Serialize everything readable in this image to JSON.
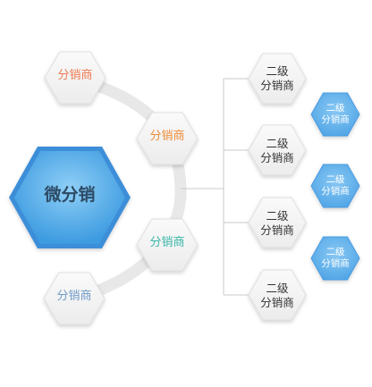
{
  "center": {
    "label": "微分销"
  },
  "distributors": [
    {
      "label": "分销商",
      "color": "#ee7b52"
    },
    {
      "label": "分销商",
      "color": "#ee8d3b"
    },
    {
      "label": "分销商",
      "color": "#3ab7a8"
    },
    {
      "label": "分销商",
      "color": "#6f9ac8"
    }
  ],
  "level2_gray": [
    {
      "label": "二级\n分销商"
    },
    {
      "label": "二级\n分销商"
    },
    {
      "label": "二级\n分销商"
    },
    {
      "label": "二级\n分销商"
    }
  ],
  "level2_blue": [
    {
      "label": "二级\n分销商"
    },
    {
      "label": "二级\n分销商"
    },
    {
      "label": "二级\n分销商"
    }
  ],
  "colors": {
    "center_fill": "#52aaea",
    "center_border": "#3d8fd6",
    "blue_fill": "#58adea",
    "gray_fill": "#f3f3f3",
    "gray_border": "#e2e2e2",
    "connector": "#c7c7c7",
    "arc": "#e6e6e6"
  }
}
